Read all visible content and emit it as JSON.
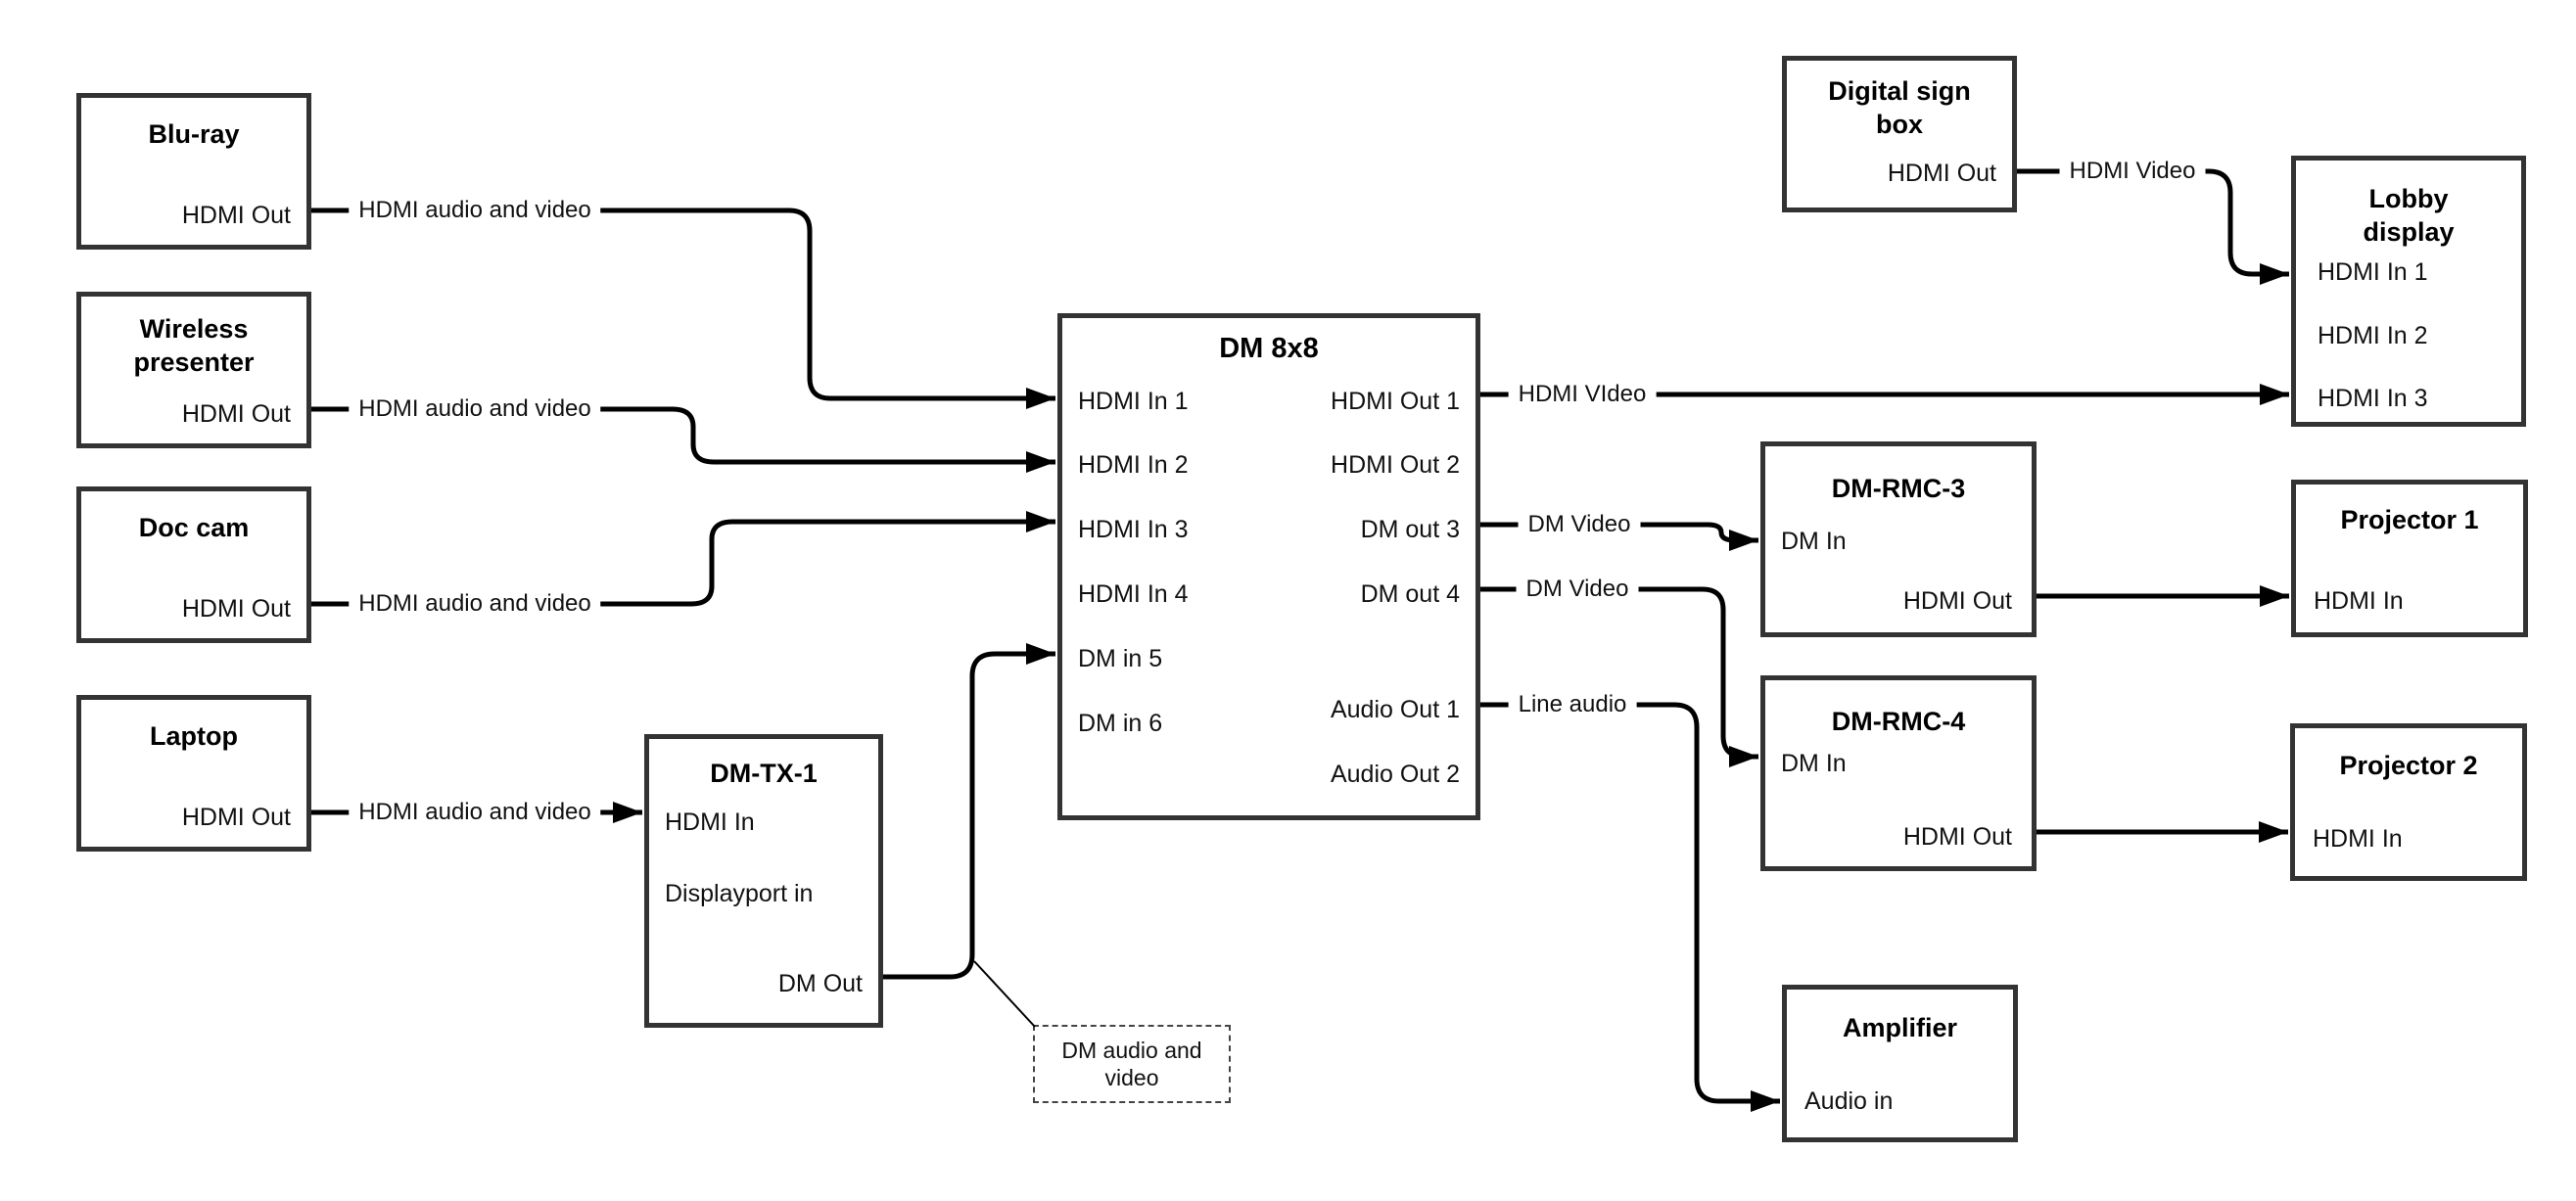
{
  "colors": {
    "background": "#ffffff",
    "box_border": "#333333",
    "line": "#000000",
    "text": "#111111"
  },
  "nodes": [
    {
      "title": "Blu-ray",
      "ports": [
        "HDMI Out"
      ]
    },
    {
      "title": "Wireless presenter",
      "ports": [
        "HDMI Out"
      ]
    },
    {
      "title": "Doc cam",
      "ports": [
        "HDMI Out"
      ]
    },
    {
      "title": "Laptop",
      "ports": [
        "HDMI Out"
      ]
    },
    {
      "title": "DM-TX-1",
      "ports": [
        "HDMI In",
        "Displayport in",
        "DM Out"
      ]
    },
    {
      "title": "DM 8x8",
      "inputs": [
        "HDMI In 1",
        "HDMI In 2",
        "HDMI In 3",
        "HDMI In 4",
        "DM in 5",
        "DM in 6"
      ],
      "outputs": [
        "HDMI Out 1",
        "HDMI Out 2",
        "DM out 3",
        "DM out 4",
        "Audio Out 1",
        "Audio Out 2"
      ]
    },
    {
      "title": "Digital sign box",
      "ports": [
        "HDMI Out"
      ]
    },
    {
      "title": "Lobby display",
      "ports": [
        "HDMI In 1",
        "HDMI In 2",
        "HDMI In 3"
      ]
    },
    {
      "title": "DM-RMC-3",
      "ports": [
        "DM In",
        "HDMI Out"
      ]
    },
    {
      "title": "Projector 1",
      "ports": [
        "HDMI In"
      ]
    },
    {
      "title": "DM-RMC-4",
      "ports": [
        "DM In",
        "HDMI Out"
      ]
    },
    {
      "title": "Projector 2",
      "ports": [
        "HDMI In"
      ]
    },
    {
      "title": "Amplifier",
      "ports": [
        "Audio in"
      ]
    }
  ],
  "edge_labels": {
    "bluray_dm8x8": "HDMI audio and video",
    "wireless_dm8x8": "HDMI audio and video",
    "doccam_dm8x8": "HDMI audio and video",
    "laptop_dmtx1": "HDMI audio and video",
    "digitalsign_lobby": "HDMI Video",
    "dm8x8_lobby": "HDMI VIdeo",
    "dmout3_rmc3": "DM Video",
    "dmout4_rmc4": "DM Video",
    "audioout1_amp": "Line audio"
  },
  "callout": {
    "text": "DM audio and video"
  }
}
